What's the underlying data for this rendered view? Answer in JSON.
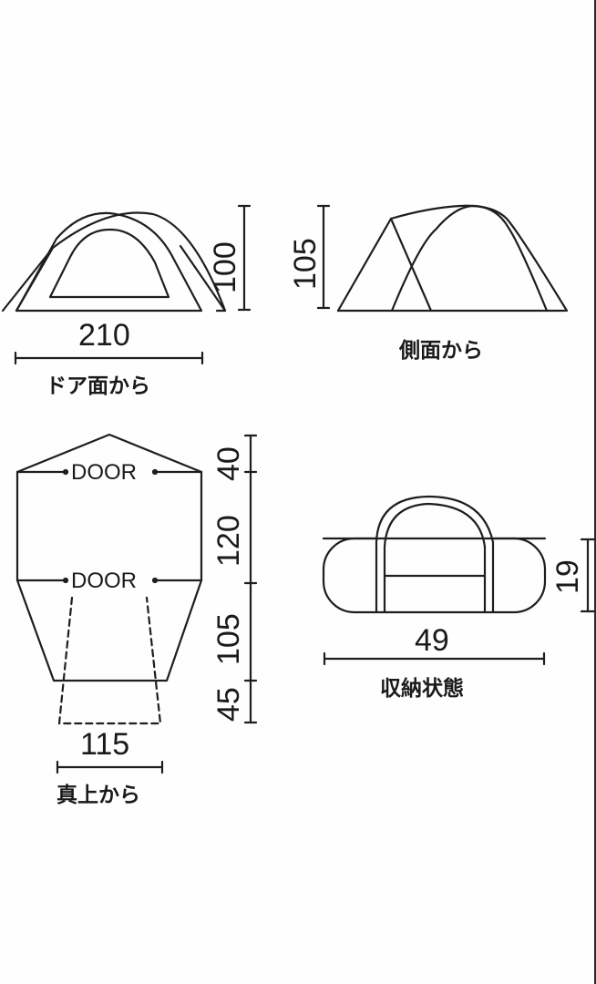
{
  "colors": {
    "line": "#1e1e1e",
    "background": "#fefefe"
  },
  "views": {
    "door_side": {
      "caption": "ドア面から",
      "width": "210",
      "height": "100"
    },
    "side": {
      "caption": "側面から",
      "height": "105"
    },
    "top": {
      "caption": "真上から",
      "width": "115",
      "door_top": "DOOR",
      "door_bottom": "DOOR",
      "dims": [
        "40",
        "120",
        "105",
        "45"
      ]
    },
    "stored": {
      "caption": "収納状態",
      "width": "49",
      "height": "19"
    }
  }
}
